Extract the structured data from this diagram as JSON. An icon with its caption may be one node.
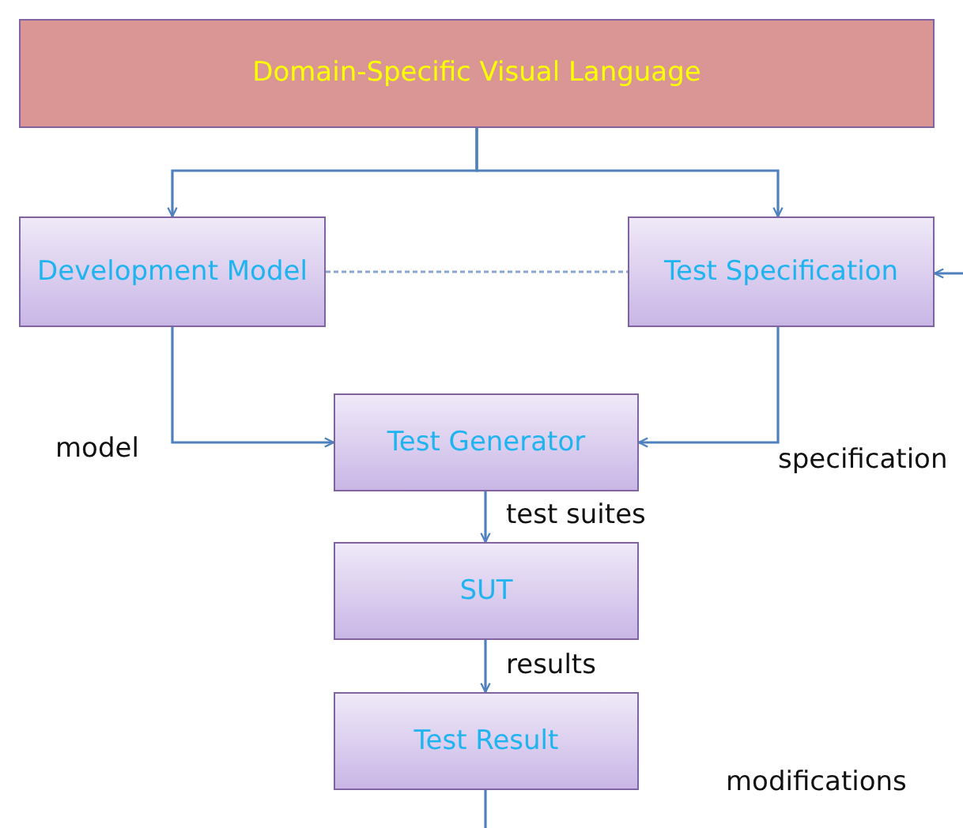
{
  "diagram": {
    "nodes": [
      {
        "text": [
          "Domain-Specific Visual Language"
        ]
      },
      {
        "text": [
          "Development Model"
        ]
      },
      {
        "text": [
          "Test Specification"
        ]
      },
      {
        "text": [
          "Test Generator"
        ]
      },
      {
        "text": [
          "SUT"
        ]
      },
      {
        "text": [
          "Test Result"
        ]
      }
    ],
    "edges": [
      {
        "from": 0,
        "to": 1,
        "arrow": "to"
      },
      {
        "from": 0,
        "to": 2,
        "arrow": "to"
      },
      {
        "from": 1,
        "to": 2,
        "arrow": "none",
        "style": "dashed"
      },
      {
        "from": 1,
        "to": 3,
        "arrow": "to",
        "label": "model"
      },
      {
        "from": 2,
        "to": 3,
        "arrow": "to",
        "label": "specification"
      },
      {
        "from": 3,
        "to": 4,
        "arrow": "to",
        "label": "test suites"
      },
      {
        "from": 4,
        "to": 5,
        "arrow": "to",
        "label": "results"
      },
      {
        "from": 5,
        "to": null,
        "arrow": "none"
      },
      {
        "from": null,
        "to": 2,
        "arrow": "to"
      }
    ],
    "labels": [
      "modifications"
    ]
  }
}
